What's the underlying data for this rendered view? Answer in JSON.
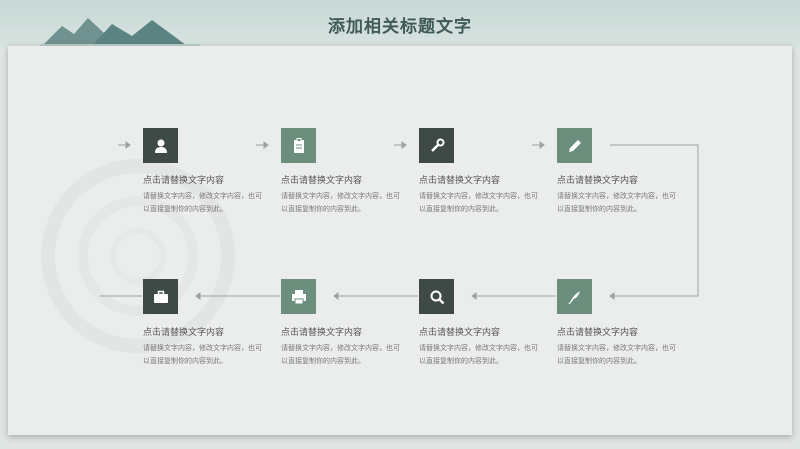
{
  "title": "添加相关标题文字",
  "steps_top": [
    {
      "title": "点击请替换文字内容",
      "desc": "请替换文字内容，修改文字内容，也可以直接复制你的内容到此。",
      "icon": "user-icon"
    },
    {
      "title": "点击请替换文字内容",
      "desc": "请替换文字内容，修改文字内容，也可以直接复制你的内容到此。",
      "icon": "clipboard-icon"
    },
    {
      "title": "点击请替换文字内容",
      "desc": "请替换文字内容，修改文字内容，也可以直接复制你的内容到此。",
      "icon": "wrench-icon"
    },
    {
      "title": "点击请替换文字内容",
      "desc": "请替换文字内容，修改文字内容，也可以直接复制你的内容到此。",
      "icon": "pencil-icon"
    }
  ],
  "steps_bottom": [
    {
      "title": "点击请替换文字内容",
      "desc": "请替换文字内容，修改文字内容，也可以直接复制你的内容到此。",
      "icon": "briefcase-icon"
    },
    {
      "title": "点击请替换文字内容",
      "desc": "请替换文字内容，修改文字内容，也可以直接复制你的内容到此。",
      "icon": "printer-icon"
    },
    {
      "title": "点击请替换文字内容",
      "desc": "请替换文字内容，修改文字内容，也可以直接复制你的内容到此。",
      "icon": "search-icon"
    },
    {
      "title": "点击请替换文字内容",
      "desc": "请替换文字内容，修改文字内容，也可以直接复制你的内容到此。",
      "icon": "quill-icon"
    }
  ],
  "colors": {
    "dark_box": "#3f4a47",
    "green_box": "#6b8e7d",
    "title": "#3f5a58",
    "line": "#9aa3a1"
  }
}
